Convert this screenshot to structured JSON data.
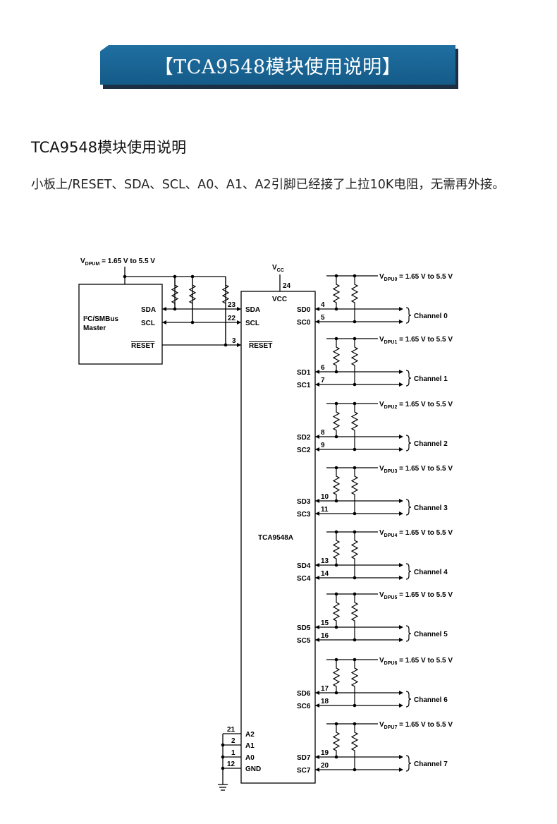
{
  "banner": {
    "title": "【TCA9548模块使用说明】"
  },
  "section": {
    "heading": "TCA9548模块使用说明",
    "paragraph": "小板上/RESET、SDA、SCL、A0、A1、A2引脚已经接了上拉10K电阻，无需再外接。"
  },
  "diagram": {
    "vdpum_label": {
      "main": "V",
      "sub": "DPUM",
      "rest": " = 1.65 V to 5.5 V"
    },
    "vcc_label": {
      "main": "V",
      "sub": "CC"
    },
    "master": {
      "line1": "I²C/SMBus",
      "line2": "Master",
      "sda": "SDA",
      "scl": "SCL",
      "reset": "RESET"
    },
    "chip": {
      "name": "TCA9548A",
      "vcc_pin": "VCC",
      "vcc_num": "24",
      "sda": "SDA",
      "sda_num": "23",
      "scl": "SCL",
      "scl_num": "22",
      "reset": "RESET",
      "reset_num": "3",
      "addr_pins": [
        {
          "label": "A2",
          "num": "21"
        },
        {
          "label": "A1",
          "num": "2"
        },
        {
          "label": "A0",
          "num": "1"
        },
        {
          "label": "GND",
          "num": "12"
        }
      ]
    },
    "channels": [
      {
        "sd": "SD0",
        "sc": "SC0",
        "sd_num": "4",
        "sc_num": "5",
        "label": "Channel 0",
        "vsub": "DPU0"
      },
      {
        "sd": "SD1",
        "sc": "SC1",
        "sd_num": "6",
        "sc_num": "7",
        "label": "Channel 1",
        "vsub": "DPU1"
      },
      {
        "sd": "SD2",
        "sc": "SC2",
        "sd_num": "8",
        "sc_num": "9",
        "label": "Channel 2",
        "vsub": "DPU2"
      },
      {
        "sd": "SD3",
        "sc": "SC3",
        "sd_num": "10",
        "sc_num": "11",
        "label": "Channel 3",
        "vsub": "DPU3"
      },
      {
        "sd": "SD4",
        "sc": "SC4",
        "sd_num": "13",
        "sc_num": "14",
        "label": "Channel 4",
        "vsub": "DPU4"
      },
      {
        "sd": "SD5",
        "sc": "SC5",
        "sd_num": "15",
        "sc_num": "16",
        "label": "Channel 5",
        "vsub": "DPU5"
      },
      {
        "sd": "SD6",
        "sc": "SC6",
        "sd_num": "17",
        "sc_num": "18",
        "label": "Channel 6",
        "vsub": "DPU6"
      },
      {
        "sd": "SD7",
        "sc": "SC7",
        "sd_num": "19",
        "sc_num": "20",
        "label": "Channel 7",
        "vsub": "DPU7"
      }
    ],
    "vdpu_range": " = 1.65 V to 5.5 V"
  }
}
